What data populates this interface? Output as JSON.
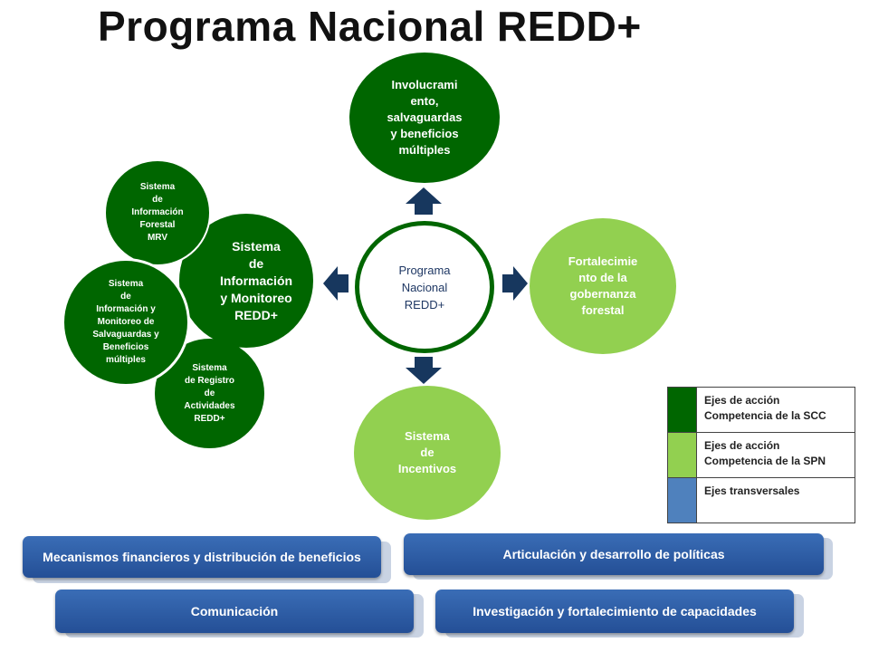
{
  "title": "Programa Nacional REDD+",
  "colors": {
    "dark_green": "#006600",
    "light_green": "#92d050",
    "blue": "#4f81bd",
    "navy": "#17375e"
  },
  "center": "Programa\nNacional\nREDD+",
  "top": "Involucrami\nento,\nsalvaguardas\ny beneficios\nmúltiples",
  "right": "Fortalecimie\nnto de la\ngobernanza\nforestal",
  "bottom": "Sistema\nde\nIncentivos",
  "left_main": "Sistema\nde\nInformación\ny Monitoreo\nREDD+",
  "left_sub": {
    "mrv": "Sistema\nde\nInformación\nForestal\nMRV",
    "salvaguardas": "Sistema\nde\nInformación y\nMonitoreo de\nSalvaguardas y\nBeneficios\nmúltiples",
    "registro": "Sistema\nde Registro\nde\nActividades\nREDD+"
  },
  "legend": [
    {
      "color": "#006600",
      "label": "Ejes de acción Competencia de la SCC"
    },
    {
      "color": "#92d050",
      "label": "Ejes de acción Competencia de la SPN"
    },
    {
      "color": "#4f81bd",
      "label": "Ejes transversales"
    }
  ],
  "banners": {
    "b1": "Mecanismos financieros y distribución de beneficios",
    "b2": "Articulación y desarrollo de políticas",
    "b3": "Comunicación",
    "b4": "Investigación y fortalecimiento de capacidades"
  }
}
